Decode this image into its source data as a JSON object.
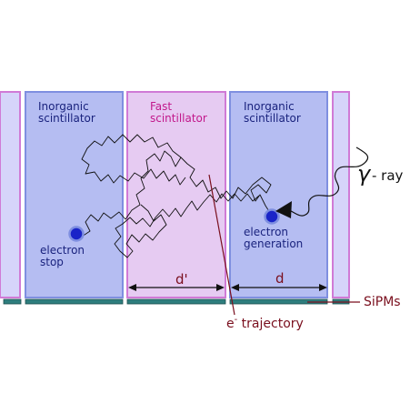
{
  "scintillators": {
    "left_label_line1": "Inorganic",
    "left_label_line2": "scintillator",
    "middle_label_line1": "Fast",
    "middle_label_line2": "scintillator",
    "right_label_line1": "Inorganic",
    "right_label_line2": "scintillator"
  },
  "labels": {
    "electron_stop_line1": "electron",
    "electron_stop_line2": "stop",
    "electron_generation_line1": "electron",
    "electron_generation_line2": "generation",
    "gamma_symbol": "γ",
    "gamma_text": "- ray",
    "d_prime": "d'",
    "d": "d",
    "sipms": "SiPMs",
    "trajectory_prefix": "e",
    "trajectory_superscript": "-",
    "trajectory_text": " trajectory"
  },
  "colors": {
    "inorganic_fill": "#b5bdf2",
    "inorganic_stroke": "#7f8fe0",
    "fast_fill": "#e6cbf2",
    "fast_stroke": "#d07ad6",
    "inorganic_text": "#1a237e",
    "fast_text": "#c2188b",
    "dark_red": "#7a0f1e",
    "electron_dot": "#1a24c8",
    "sipm": "#2e7d7d"
  }
}
